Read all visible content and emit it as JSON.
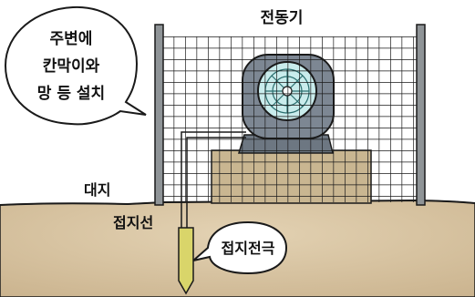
{
  "labels": {
    "motor": "전동기",
    "fence_callout_line1": "주변에",
    "fence_callout_line2": "칸막이와",
    "fence_callout_line3": "망 등 설치",
    "ground": "대지",
    "ground_wire": "접지선",
    "ground_electrode": "접지전극"
  },
  "colors": {
    "soil": "#d8c4a2",
    "soil_dark": "#c9b08a",
    "fence_post": "#8f9497",
    "mesh": "#1a1a1a",
    "motor_body": "#7d8793",
    "fan_guard": "#c9ecec",
    "platform": "#c9b691",
    "electrode": "#d9d56a"
  }
}
